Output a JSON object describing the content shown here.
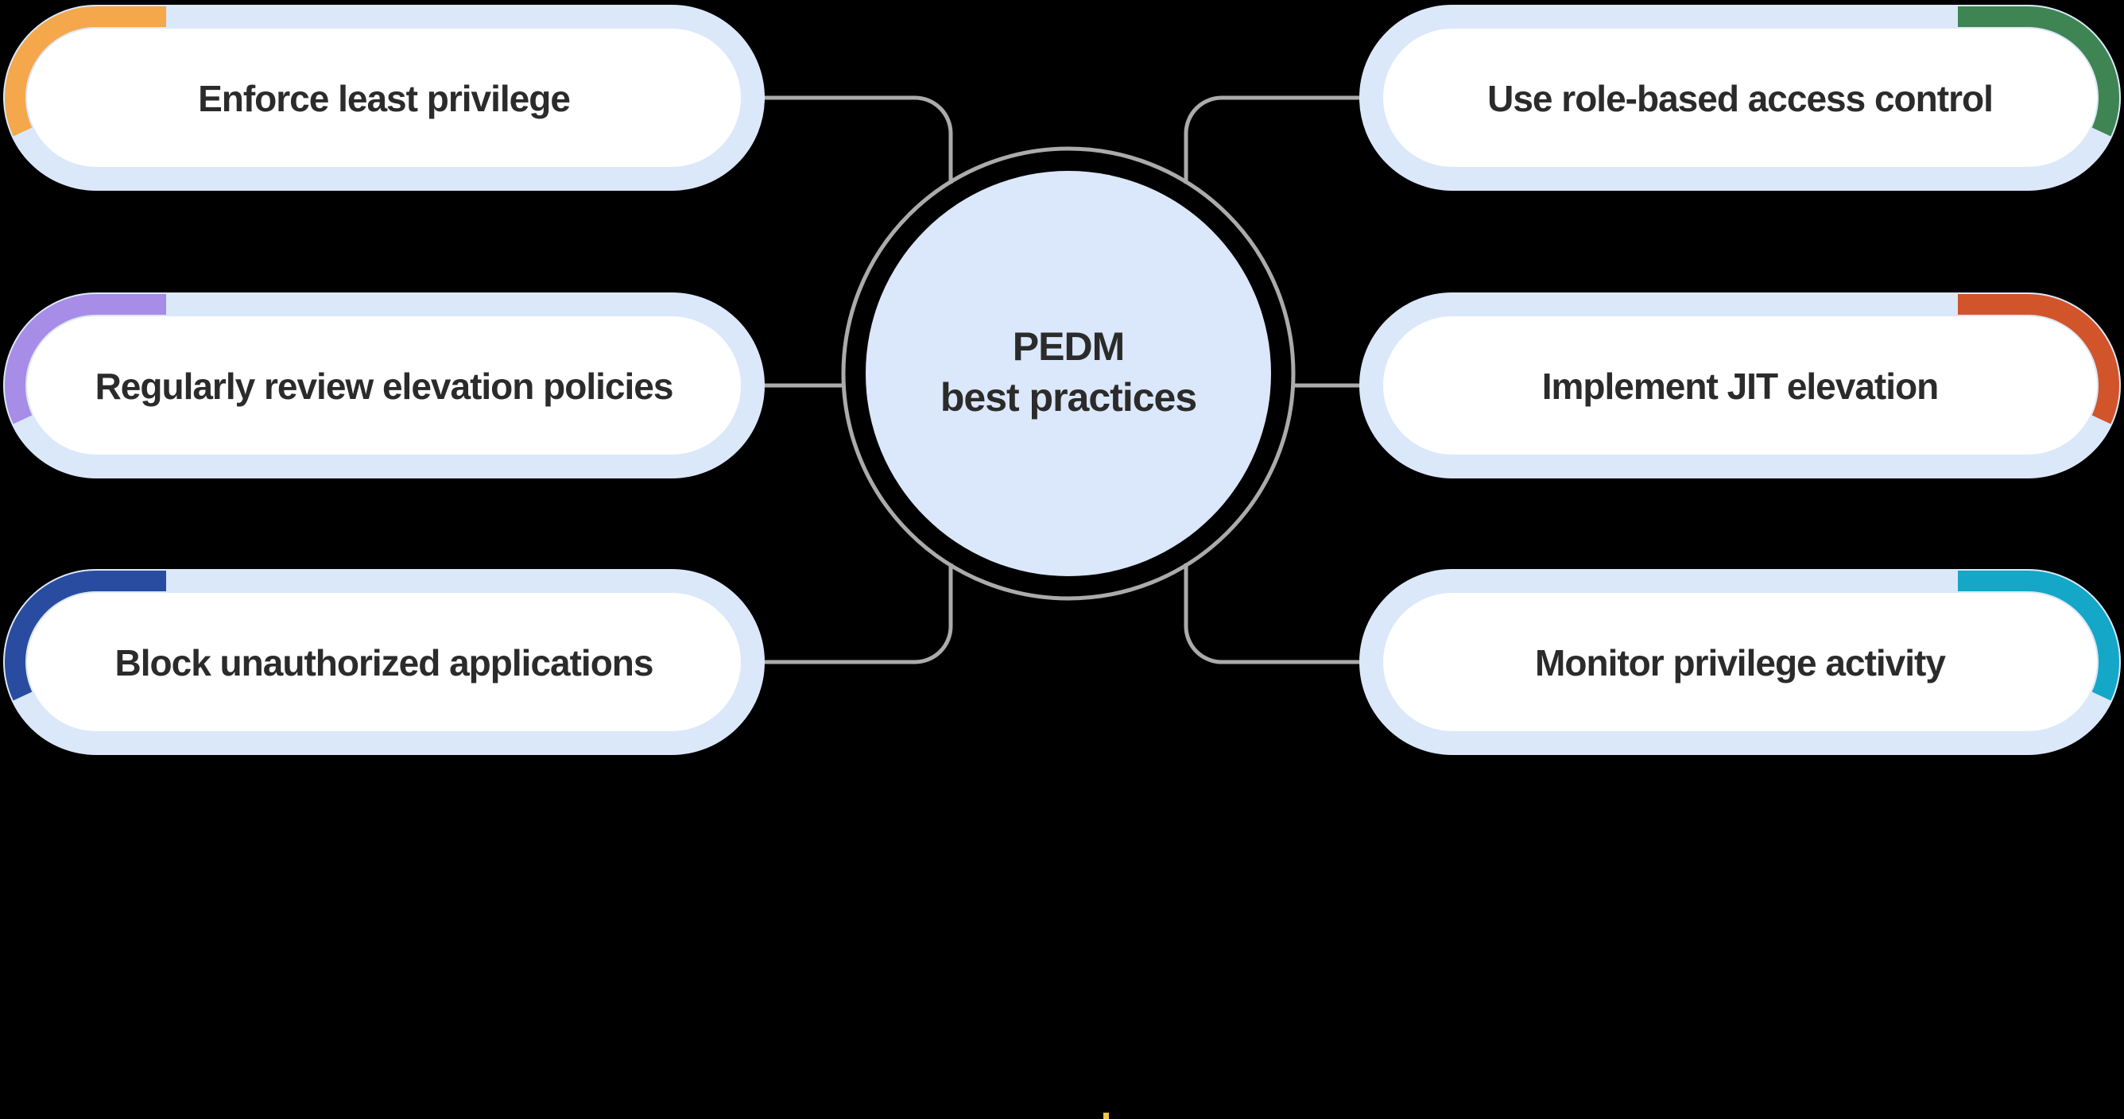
{
  "canvas": {
    "background": "#000000"
  },
  "hub": {
    "line1": "PEDM",
    "line2": "best practices",
    "text_color": "#2B2B2B",
    "disk_color": "#DBE7FA",
    "ring_color": "#ABABAB"
  },
  "connectors": {
    "color": "#ABABAB"
  },
  "pill_style": {
    "ring_color": "#DBE8FA",
    "fill_color": "#FFFFFF",
    "text_color": "#2B2B2B"
  },
  "nodes": {
    "left": [
      {
        "label": "Enforce least privilege",
        "accent": "#F5A74B"
      },
      {
        "label": "Regularly review elevation policies",
        "accent": "#A78CE8"
      },
      {
        "label": "Block unauthorized applications",
        "accent": "#2A4CA0"
      }
    ],
    "right": [
      {
        "label": "Use role-based access control",
        "accent": "#3F8554"
      },
      {
        "label": "Implement JIT elevation",
        "accent": "#D2542A"
      },
      {
        "label": "Monitor privilege activity",
        "accent": "#15A7C8"
      }
    ]
  },
  "footer_dot": {
    "color": "#F2C643"
  }
}
